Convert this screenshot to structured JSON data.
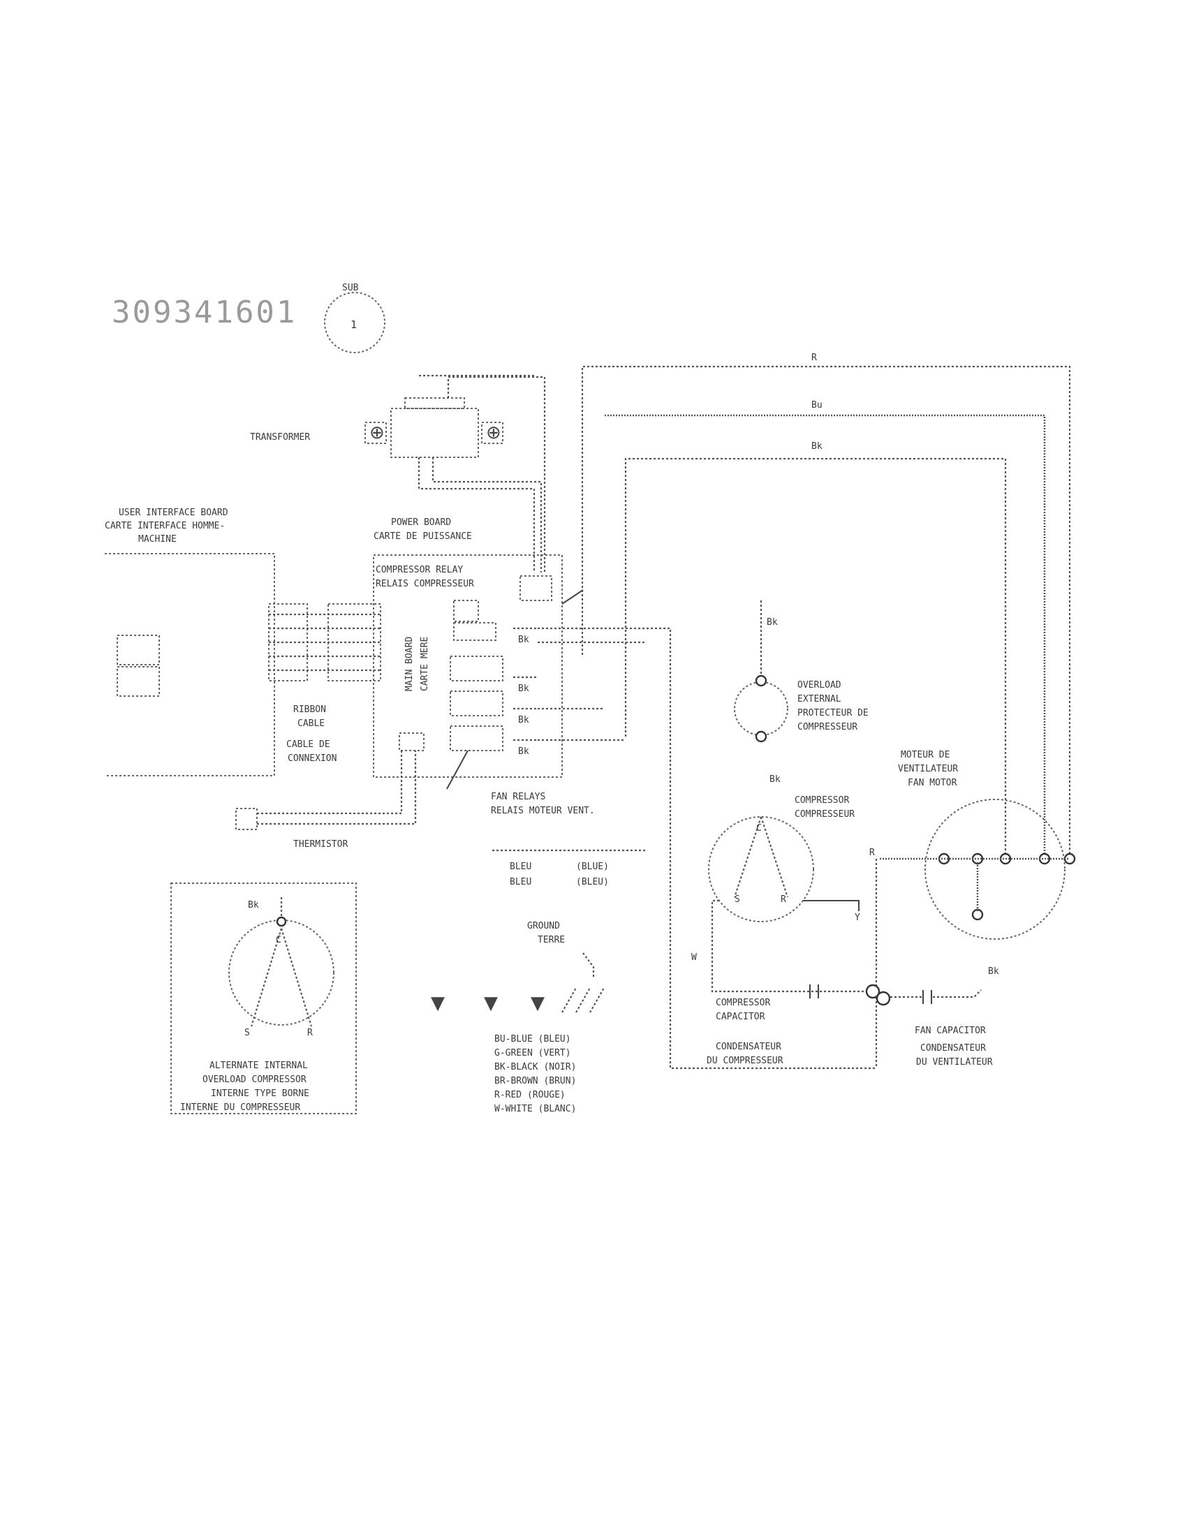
{
  "header": {
    "part_number": "309341601",
    "callout_top": "SUB",
    "callout_number": "1"
  },
  "labels": {
    "transformer": "TRANSFORMER",
    "user_interface_title": [
      "USER INTERFACE BOARD",
      "CARTE INTERFACE HOMME-",
      "MACHINE"
    ],
    "power_board": [
      "POWER BOARD",
      "CARTE DE PUISSANCE"
    ],
    "compressor_relay": [
      "COMPRESSOR RELAY",
      "RELAIS COMPRESSEUR"
    ],
    "ribbon_cable": [
      "RIBBON",
      "CABLE",
      "CABLE DE",
      "CONNEXION"
    ],
    "main_board": [
      "MAIN BOARD",
      "CARTE MERE"
    ],
    "fan_relays": [
      "FAN RELAYS",
      "RELAIS MOTEUR VENT."
    ],
    "thermistor": "THERMISTOR",
    "overload": [
      "OVERLOAD",
      "EXTERNAL",
      "PROTECTEUR DE",
      "COMPRESSEUR"
    ],
    "compressor": [
      "COMPRESSOR",
      "COMPRESSEUR"
    ],
    "fan_motor": [
      "MOTEUR DE",
      "VENTILATEUR",
      "FAN MOTOR"
    ],
    "compressor_capacitor": [
      "COMPRESSOR",
      "CAPACITOR"
    ],
    "condensateur_compresseur": [
      "CONDENSATEUR",
      "DU COMPRESSEUR"
    ],
    "fan_capacitor": [
      "FAN CAPACITOR",
      "CONDENSATEUR",
      "DU VENTILATEUR"
    ],
    "alternate_internal": [
      "ALTERNATE INTERNAL",
      "OVERLOAD COMPRESSOR",
      "INTERNE TYPE BORNE",
      "INTERNE DU COMPRESSEUR"
    ],
    "color_key_heading": [
      "BLEU",
      "(BLUE)",
      "BLEU",
      "(BLEU)"
    ],
    "ground_heading": [
      "GROUND",
      "TERRE"
    ],
    "color_legend": [
      "BU-BLUE (BLEU)",
      "G-GREEN (VERT)",
      "BK-BLACK (NOIR)",
      "BR-BROWN (BRUN)",
      "R-RED (ROUGE)",
      "W-WHITE (BLANC)"
    ]
  },
  "wire_codes": {
    "r": "R",
    "bu": "Bu",
    "bk": "Bk",
    "bk2": "Bk",
    "bk3": "Bk",
    "bk4": "Bk",
    "bk5": "Bk",
    "w": "W",
    "y": "Y",
    "r2": "R",
    "bk6": "Bk",
    "c": "C",
    "s": "S",
    "r3": "R",
    "bk7": "Bk",
    "bk8": "Bk",
    "c2": "C",
    "s2": "S",
    "r4": "R"
  }
}
